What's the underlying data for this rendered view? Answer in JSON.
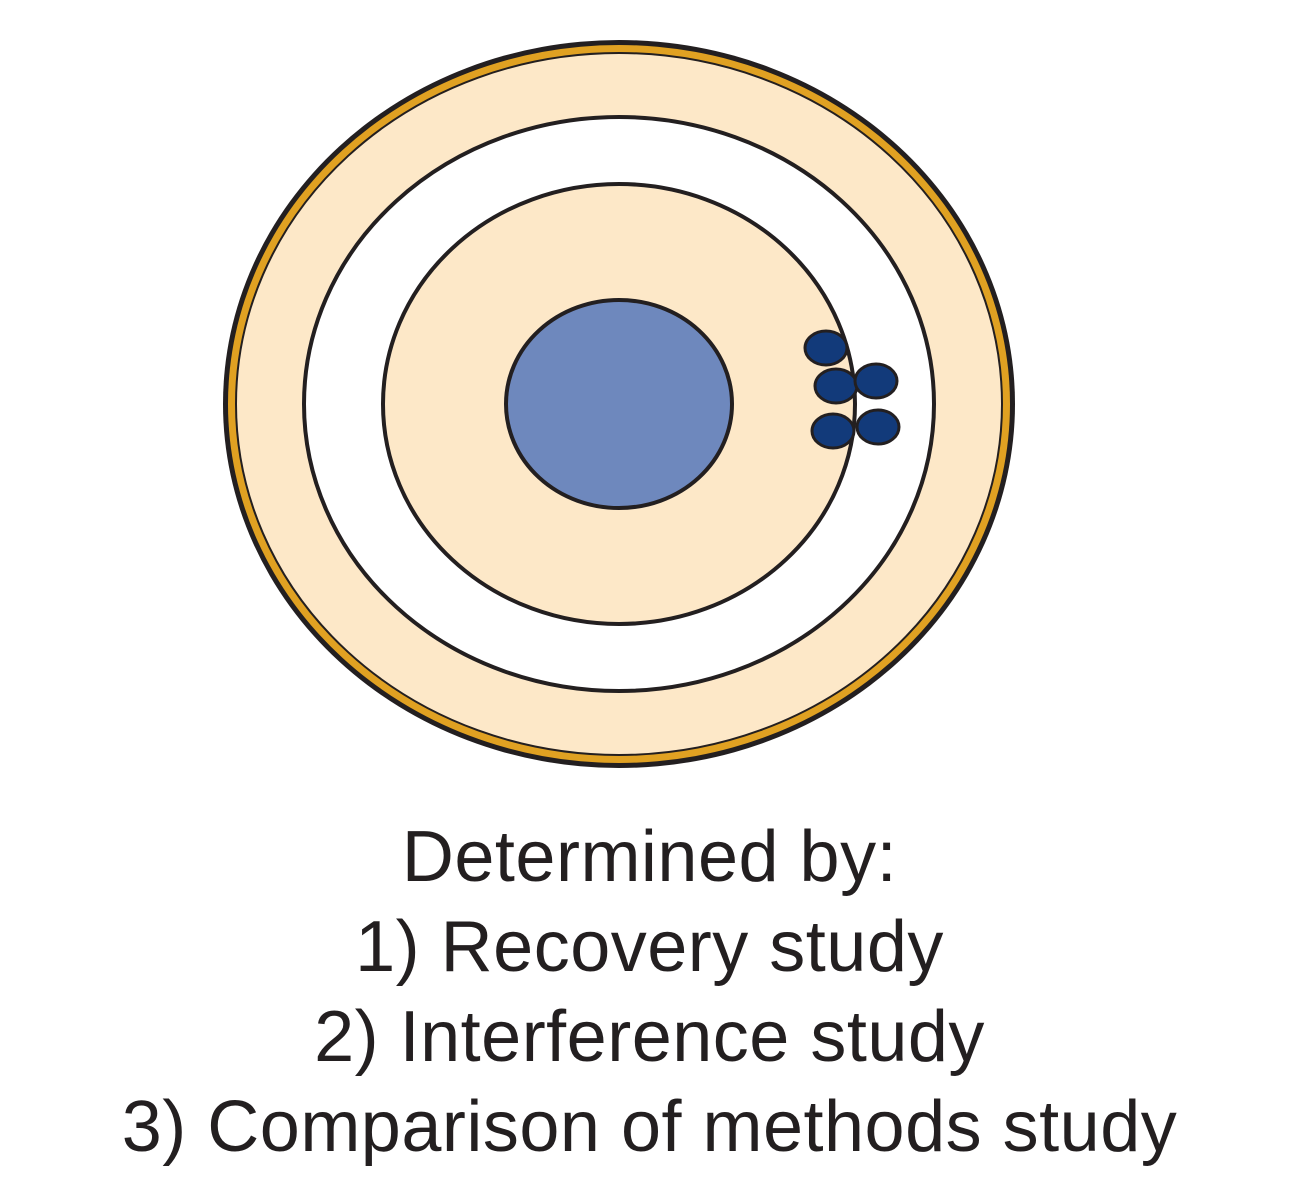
{
  "diagram": {
    "caption": {
      "heading": "Determined by:",
      "items": [
        "1) Recovery study",
        "2) Interference study",
        "3) Comparison of methods study"
      ]
    },
    "colors": {
      "outer_border": "#e0a122",
      "ring_fill": "#fde8c8",
      "white_ring": "#ffffff",
      "bullseye": "#6e88bd",
      "hits": "#123a7a",
      "stroke": "#231f20",
      "text": "#231f20"
    },
    "hit_count": 5
  }
}
